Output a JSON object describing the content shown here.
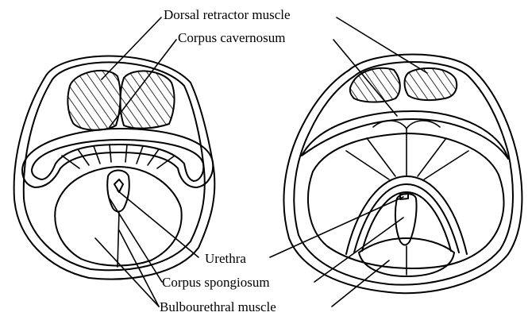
{
  "labels": {
    "dorsal_retractor_muscle": "Dorsal retractor muscle",
    "corpus_cavernosum": "Corpus cavernosum",
    "urethra": "Urethra",
    "corpus_spongiosum": "Corpus spongiosum",
    "bulbourethral_muscle": "Bulbourethral muscle"
  }
}
